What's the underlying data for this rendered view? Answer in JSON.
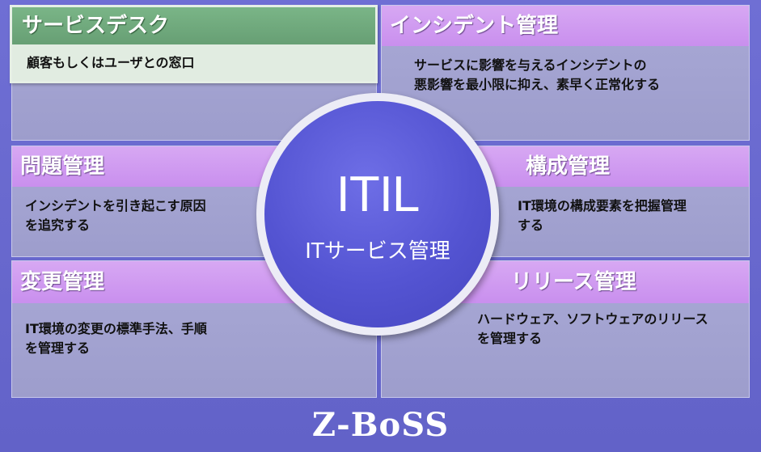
{
  "center": {
    "title": "ITIL",
    "subtitle": "ITサービス管理"
  },
  "service_desk": {
    "title": "サービスデスク",
    "description": "顧客もしくはユーザとの窓口"
  },
  "incident": {
    "title": "インシデント管理",
    "line1": "サービスに影響を与えるインシデントの",
    "line2": "悪影響を最小限に抑え、素早く正常化する"
  },
  "problem": {
    "title": "問題管理",
    "line1": "インシデントを引き起こす原因",
    "line2": "を追究する"
  },
  "configuration": {
    "title": "構成管理",
    "line1": "IT環境の構成要素を把握管理",
    "line2": "する"
  },
  "change": {
    "title": "変更管理",
    "line1": "IT環境の変更の標準手法、手順",
    "line2": "を管理する"
  },
  "release": {
    "title": "リリース管理",
    "line1": "ハードウェア、ソフトウェアのリリース",
    "line2": "を管理する"
  },
  "footer": {
    "brand": "Z-BoSS"
  },
  "colors": {
    "frame": "#6464c8",
    "panel": "#a4a4d2",
    "header": "#d2a0f2",
    "service_desk_header": "#72ab7f",
    "circle": "#5656d4"
  }
}
